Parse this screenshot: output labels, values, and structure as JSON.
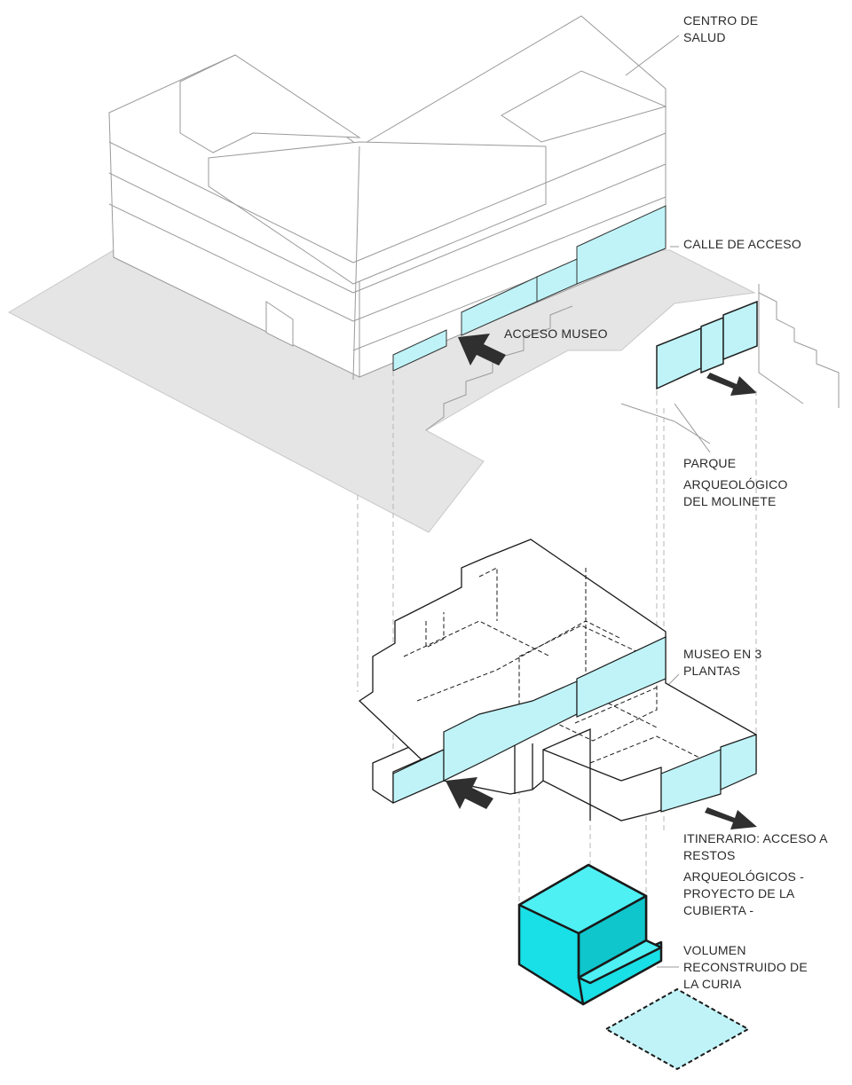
{
  "colors": {
    "glass": "#bff3f7",
    "cyan_volume": "#19e0e6",
    "cyan_side": "#0fc6cc",
    "cyan_top": "#4ef0f3",
    "ground": "#e5e5e5",
    "line": "#1a1a1a",
    "thin_line": "#9a9a9a",
    "arrow": "#2f2f2f"
  },
  "labels": {
    "centro_de_salud": [
      "CENTRO DE",
      "SALUD"
    ],
    "calle_de_acceso": [
      "CALLE DE ACCESO"
    ],
    "acceso_museo": [
      "ACCESO MUSEO"
    ],
    "parque": [
      "PARQUE",
      "ARQUEOLÓGICO",
      "DEL MOLINETE"
    ],
    "museo": [
      "MUSEO EN 3",
      "PLANTAS"
    ],
    "itinerario": [
      "ITINERARIO: ACCESO A",
      "RESTOS",
      "ARQUEOLÓGICOS -",
      "PROYECTO DE LA",
      "CUBIERTA -"
    ],
    "volumen": [
      "VOLUMEN",
      "RECONSTRUIDO DE",
      "LA CURIA"
    ]
  }
}
